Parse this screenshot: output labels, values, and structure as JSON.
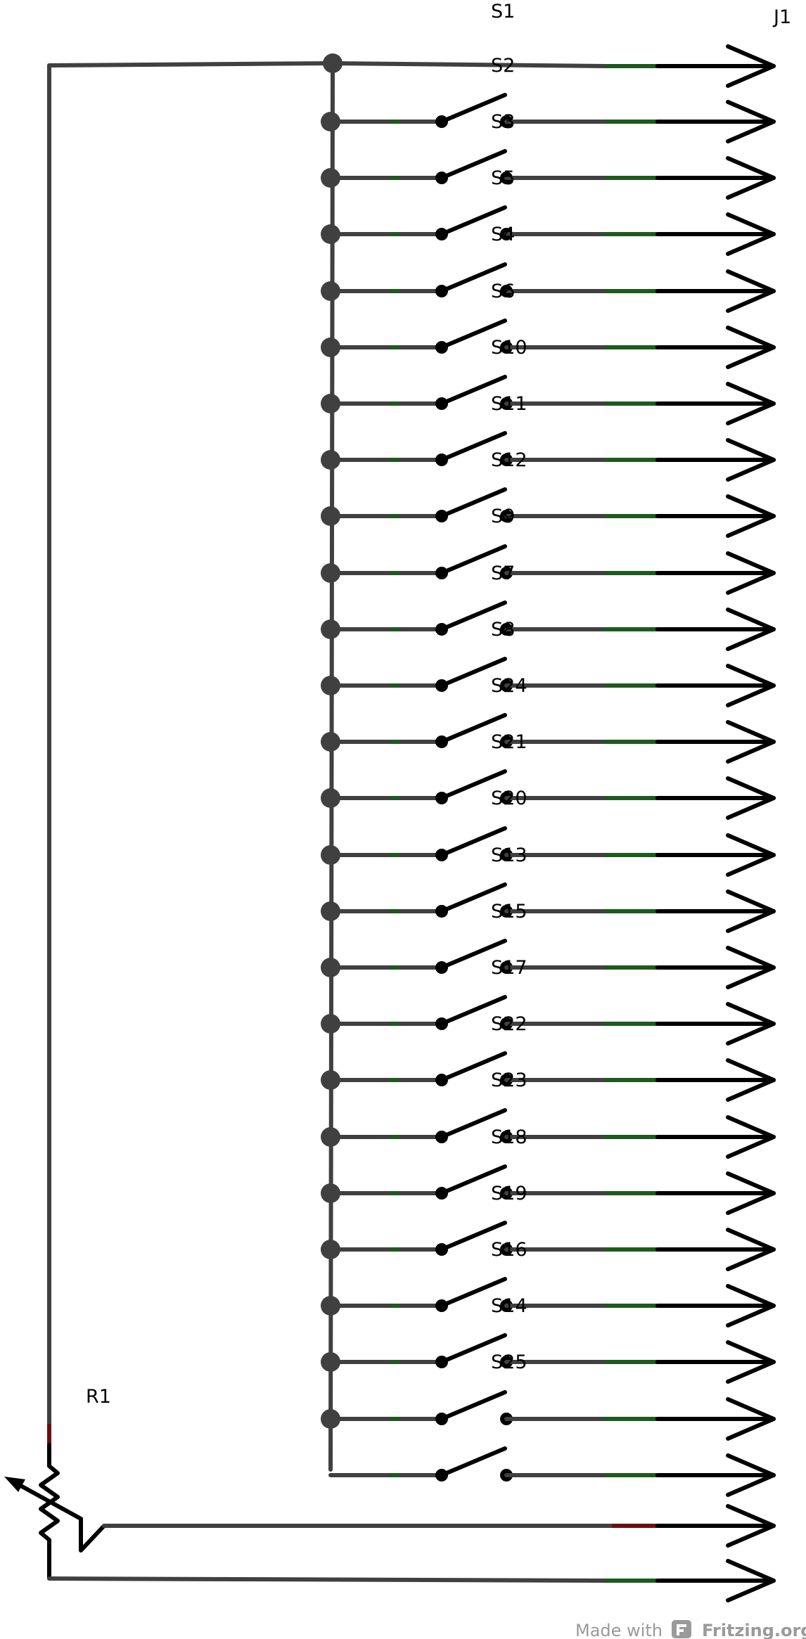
{
  "labels": {
    "switch_array": "S1",
    "connector": "J1",
    "resistor": "R1"
  },
  "switch_labels": [
    "S2",
    "S3",
    "S5",
    "S4",
    "S6",
    "S10",
    "S11",
    "S12",
    "S9",
    "S7",
    "S8",
    "S24",
    "S21",
    "S20",
    "S13",
    "S15",
    "S17",
    "S22",
    "S23",
    "S18",
    "S19",
    "S16",
    "S14",
    "S25"
  ],
  "footer": {
    "made_with": "Made with",
    "brand": "Fritzing.org"
  },
  "colors": {
    "wire": "#404040",
    "wire_dark": "#000000",
    "wire_green": "#1e5a1e",
    "wire_red": "#6b0f0f",
    "footer": "#9a9a9a"
  }
}
